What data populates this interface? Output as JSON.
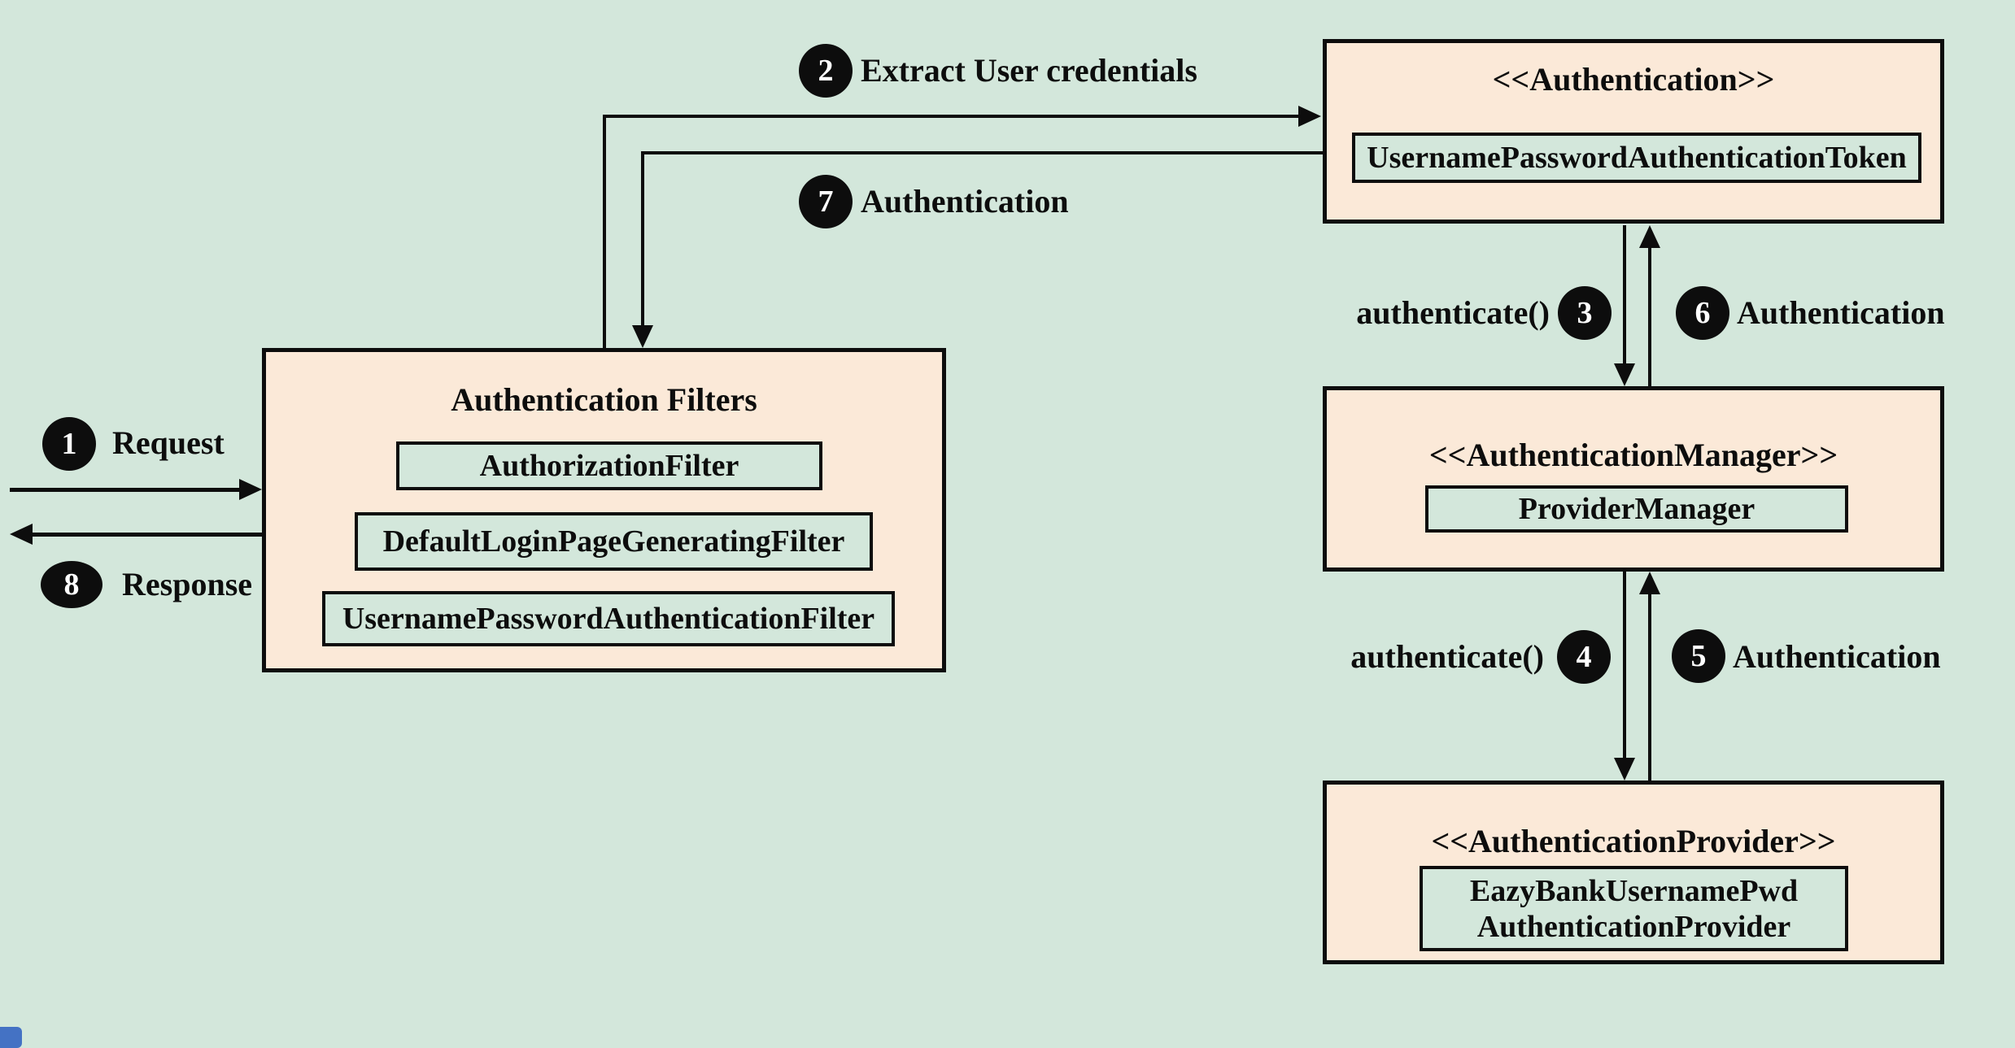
{
  "diagram": {
    "type": "spring-security-authentication-flow",
    "colors": {
      "background": "#d3e7db",
      "node_fill": "#fbe9d8",
      "inner_box_fill": "#d3e7db",
      "line": "#0d0d0d",
      "circle_fill": "#0d0d0d",
      "circle_text": "#ffffff",
      "accent_bar": "#4472c4"
    }
  },
  "nodes": {
    "filters": {
      "title": "Authentication Filters",
      "items": [
        "AuthorizationFilter",
        "DefaultLoginPageGeneratingFilter",
        "UsernamePasswordAuthenticationFilter"
      ]
    },
    "token": {
      "stereotype": "<<Authentication>>",
      "class_name": "UsernamePasswordAuthenticationToken"
    },
    "manager": {
      "stereotype": "<<AuthenticationManager>>",
      "class_name": "ProviderManager"
    },
    "provider": {
      "stereotype": "<<AuthenticationProvider>>",
      "class_lines": [
        "EazyBankUsernamePwd",
        "AuthenticationProvider"
      ]
    }
  },
  "steps": {
    "s1": {
      "num": "1",
      "label": "Request"
    },
    "s2": {
      "num": "2",
      "label": "Extract User credentials"
    },
    "s3": {
      "num": "3",
      "label": "authenticate()"
    },
    "s4": {
      "num": "4",
      "label": "authenticate()"
    },
    "s5": {
      "num": "5",
      "label": "Authentication"
    },
    "s6": {
      "num": "6",
      "label": "Authentication"
    },
    "s7": {
      "num": "7",
      "label": "Authentication"
    },
    "s8": {
      "num": "8",
      "label": "Response"
    }
  }
}
